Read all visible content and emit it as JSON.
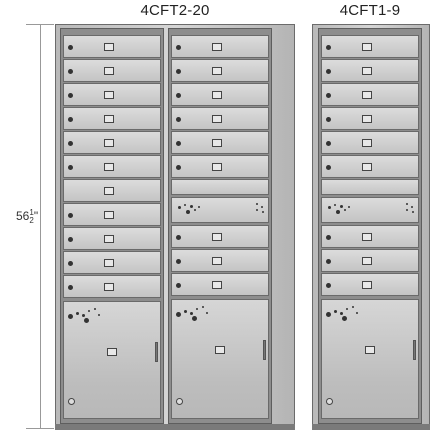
{
  "titles": {
    "left": "4CFT2-20",
    "right": "4CFT1-9"
  },
  "dimension": {
    "whole": "56",
    "numerator": "1",
    "denominator": "2",
    "unit": "\""
  },
  "colors": {
    "frame": "#8d8d8d",
    "door": "#cfcfcf",
    "outline": "#5e5e5e",
    "lock": "#333333"
  }
}
